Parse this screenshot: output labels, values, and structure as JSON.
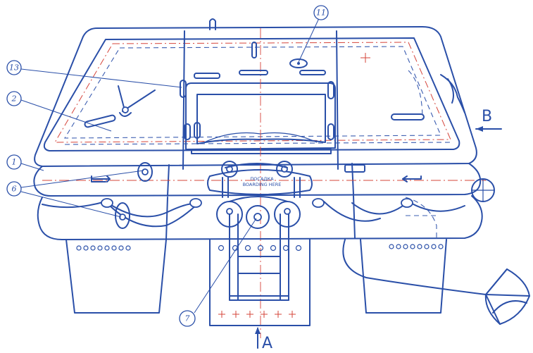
{
  "callouts": [
    {
      "id": "c11",
      "label": "11"
    },
    {
      "id": "c13",
      "label": "13"
    },
    {
      "id": "c2",
      "label": "2"
    },
    {
      "id": "c1",
      "label": "1"
    },
    {
      "id": "c6",
      "label": "6"
    },
    {
      "id": "c7",
      "label": "7"
    }
  ],
  "views": {
    "a": "A",
    "b": "B"
  },
  "boarding_sign": {
    "line1": "ПОСАДКА",
    "line2": "BOARDING HERE"
  },
  "colors": {
    "line": "#2a4fa8",
    "axis": "#d5443a",
    "background": "#ffffff"
  }
}
